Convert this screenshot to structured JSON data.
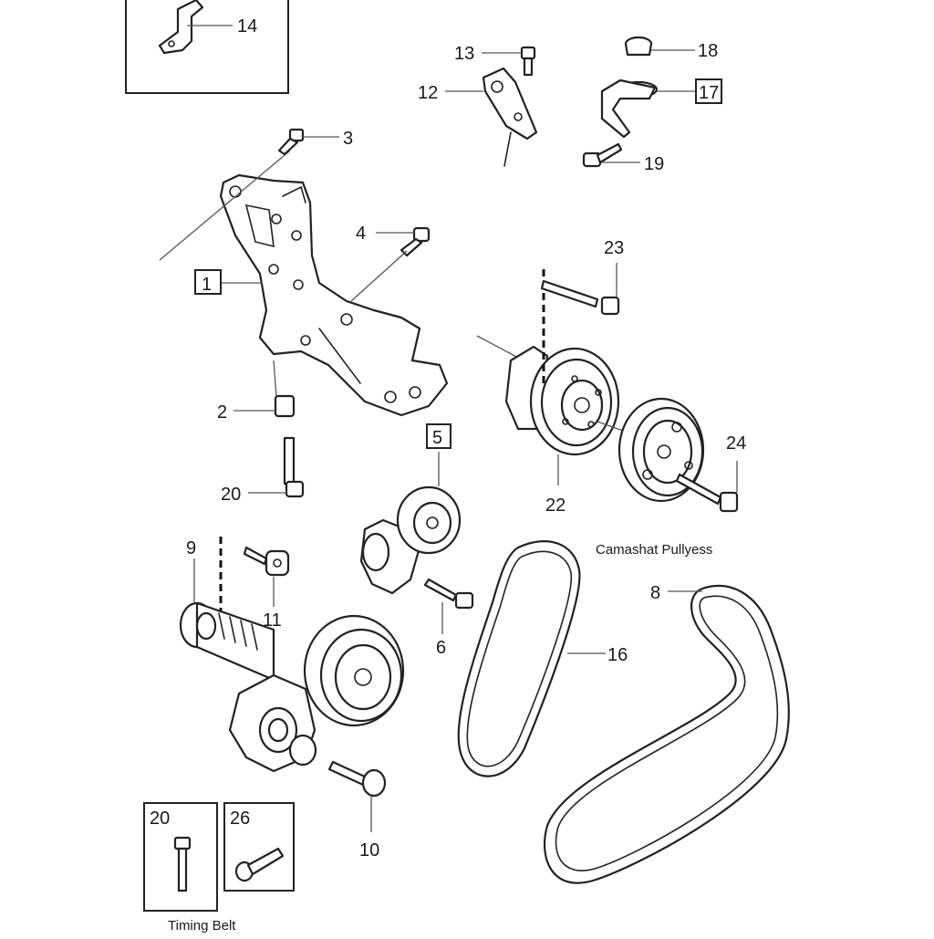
{
  "callouts": {
    "c1": "1",
    "c2": "2",
    "c3": "3",
    "c4": "4",
    "c5": "5",
    "c6": "6",
    "c8": "8",
    "c9": "9",
    "c10": "10",
    "c11": "11",
    "c12": "12",
    "c13": "13",
    "c14": "14",
    "c16": "16",
    "c17": "17",
    "c18": "18",
    "c19": "19",
    "c20a": "20",
    "c20b": "20",
    "c22": "22",
    "c23": "23",
    "c24": "24",
    "c26": "26"
  },
  "notes": {
    "camshaft_pulleys": "Camashat Pullyess",
    "timing_belt": "Timing Belt"
  }
}
